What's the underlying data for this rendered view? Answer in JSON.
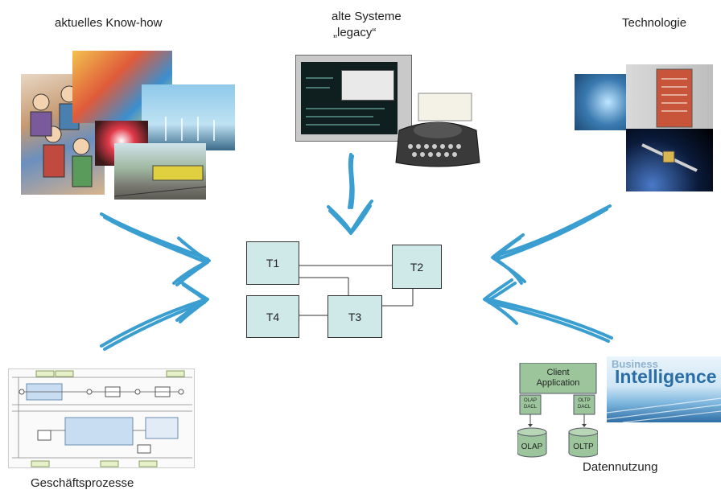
{
  "labels": {
    "know_how": "aktuelles Know-how",
    "legacy_line1": "alte Systeme",
    "legacy_line2": "„legacy“",
    "technology": "Technologie",
    "processes": "Geschäftsprozesse",
    "data_usage": "Datennutzung"
  },
  "nodes": {
    "t1": "T1",
    "t2": "T2",
    "t3": "T3",
    "t4": "T4"
  },
  "bi": {
    "client_app_line1": "Client",
    "client_app_line2": "Application",
    "olap_dacl_1": "OLAP",
    "olap_dacl_2": "DACL",
    "oltp_dacl_1": "OLTP",
    "oltp_dacl_2": "DACL",
    "olap_db": "OLAP",
    "oltp_db": "OLTP",
    "business": "Business",
    "intelligence": "Intelligence"
  },
  "colors": {
    "arrow": "#3a9fd0",
    "node_fill": "#cfe8e8",
    "db_fill": "#9cc59c"
  }
}
